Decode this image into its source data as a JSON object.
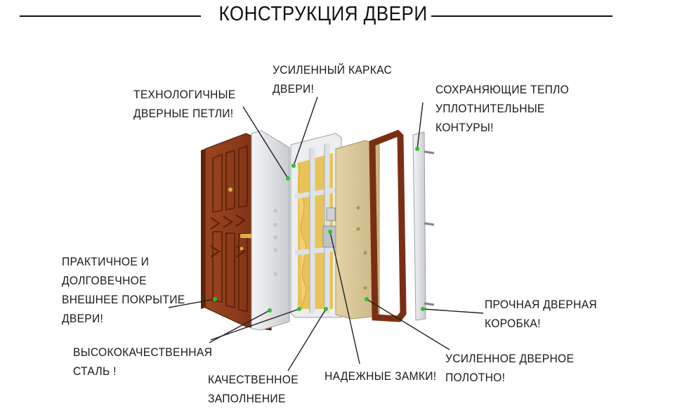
{
  "title": "КОНСТРУКЦИЯ ДВЕРИ",
  "labels": {
    "frame": "УСИЛЕННЫЙ КАРКАС\nДВЕРИ!",
    "hinges": "ТЕХНОЛОГИЧНЫЕ\nДВЕРНЫЕ ПЕТЛИ!",
    "seals": "СОХРАНЯЮЩИЕ ТЕПЛО\nУПЛОТНИТЕЛЬНЫЕ\nКОНТУРЫ!",
    "coating": "ПРАКТИЧНОЕ И\nДОЛГОВЕЧНОЕ\nВНЕШНЕЕ ПОКРЫТИЕ\nДВЕРИ!",
    "steel": "ВЫСОКОКАЧЕСТВЕННАЯ\nСТАЛЬ !",
    "filling": "КАЧЕСТВЕННОЕ\nЗАПОЛНЕНИЕ",
    "locks": "НАДЕЖНЫЕ ЗАМКИ!",
    "leaf": "УСИЛЕННОЕ ДВЕРНОЕ\nПОЛОТНО!",
    "box": "ПРОЧНАЯ ДВЕРНАЯ\nКОРОБКА!"
  },
  "colors": {
    "wood": "#8a3a1a",
    "wood_dark": "#5e230d",
    "steel": "#e6e8ea",
    "insulation": "#e8c35a",
    "panel": "#d8c79a",
    "pointer": "#2fbf2f"
  }
}
